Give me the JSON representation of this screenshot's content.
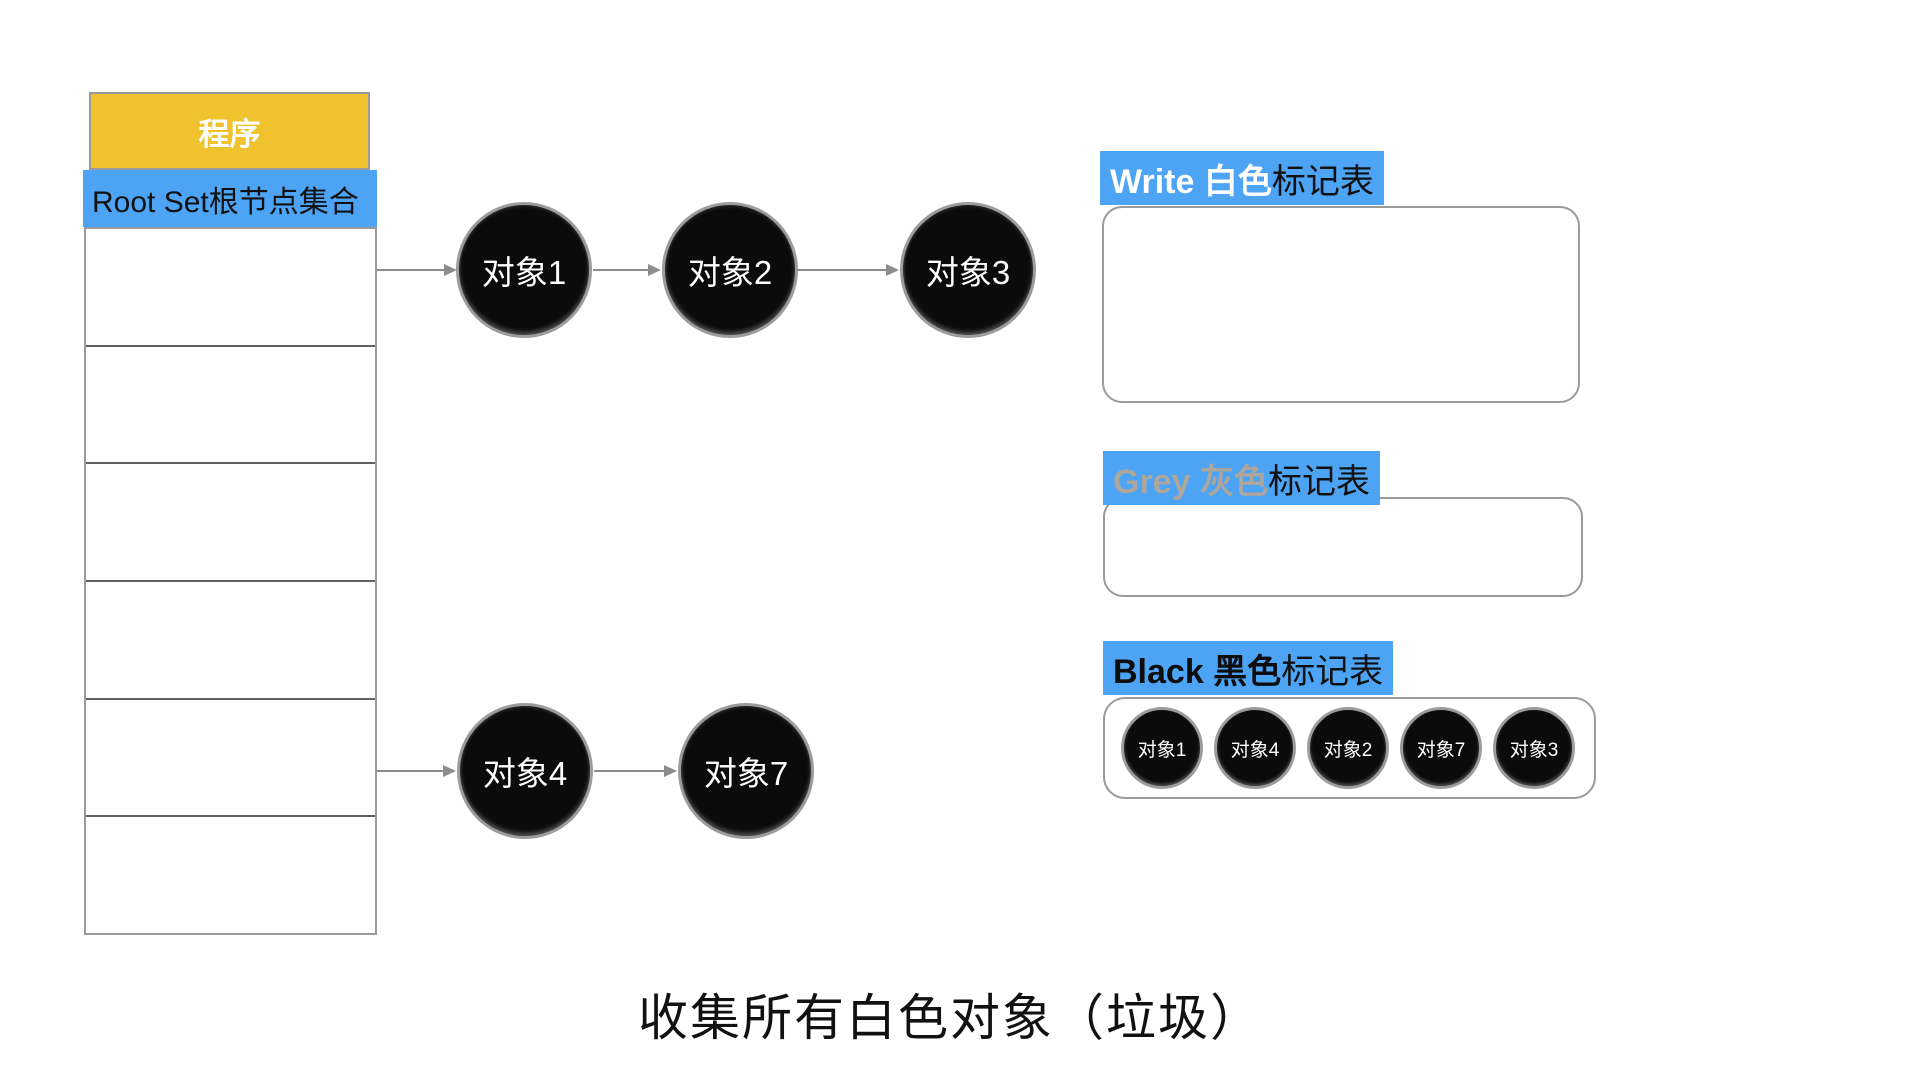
{
  "program": {
    "title": "程序"
  },
  "root_set": {
    "label": "Root Set根节点集合",
    "cell_count": 6
  },
  "heap": {
    "rows": [
      {
        "objects": [
          "对象1",
          "对象2",
          "对象3"
        ]
      },
      {
        "objects": [
          "对象4",
          "对象7"
        ]
      }
    ]
  },
  "tables": {
    "white": {
      "prefix": "Write 白色",
      "suffix": "标记表",
      "items": []
    },
    "grey": {
      "prefix": "Grey 灰色",
      "suffix": "标记表",
      "items": []
    },
    "black": {
      "prefix": "Black 黑色",
      "suffix": "标记表",
      "items": [
        "对象1",
        "对象4",
        "对象2",
        "对象7",
        "对象3"
      ]
    }
  },
  "caption": "收集所有白色对象（垃圾）",
  "colors": {
    "highlight_blue": "#4DA3F4",
    "program_yellow": "#F0C32E",
    "grey_text": "#ADA69D",
    "box_border": "#9A9A9A",
    "arrow_grey": "#8C8C8C",
    "node_fill": "#0B0B0B"
  }
}
